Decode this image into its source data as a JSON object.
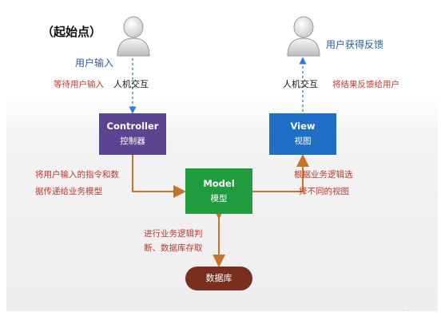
{
  "labels": {
    "start": "（起始点）",
    "user_input": "用户输入",
    "user_feedback": "用户获得反馈",
    "wait_input": "等待用户输入",
    "interaction_left": "人机交互",
    "interaction_right": "人机交互",
    "return_feedback": "将结果反馈给用户",
    "pass_to_model_line1": "将用户输入的指令和数",
    "pass_to_model_line2": "据传递给业务模型",
    "select_view_line1": "根据业务逻辑选",
    "select_view_line2": "择不同的视图",
    "logic_line1": "进行业务逻辑判",
    "logic_line2": "断、数据库存取"
  },
  "nodes": {
    "controller": {
      "title": "Controller",
      "subtitle": "控制器"
    },
    "view": {
      "title": "View",
      "subtitle": "视图"
    },
    "model": {
      "title": "Model",
      "subtitle": "模型"
    },
    "database": {
      "title": "数据库"
    }
  },
  "colors": {
    "controller": "#5a4591",
    "view": "#1f6fc6",
    "model": "#1f9d3e",
    "database": "#7a2e1f",
    "arrow_orange": "#c8732a",
    "arrow_blue": "#2a7fd4",
    "annotation_red": "#c0392b",
    "annotation_blue": "#2a5aa8"
  },
  "icons": {
    "user_left": "user-icon",
    "user_right": "user-icon"
  },
  "watermark": "· · ·"
}
